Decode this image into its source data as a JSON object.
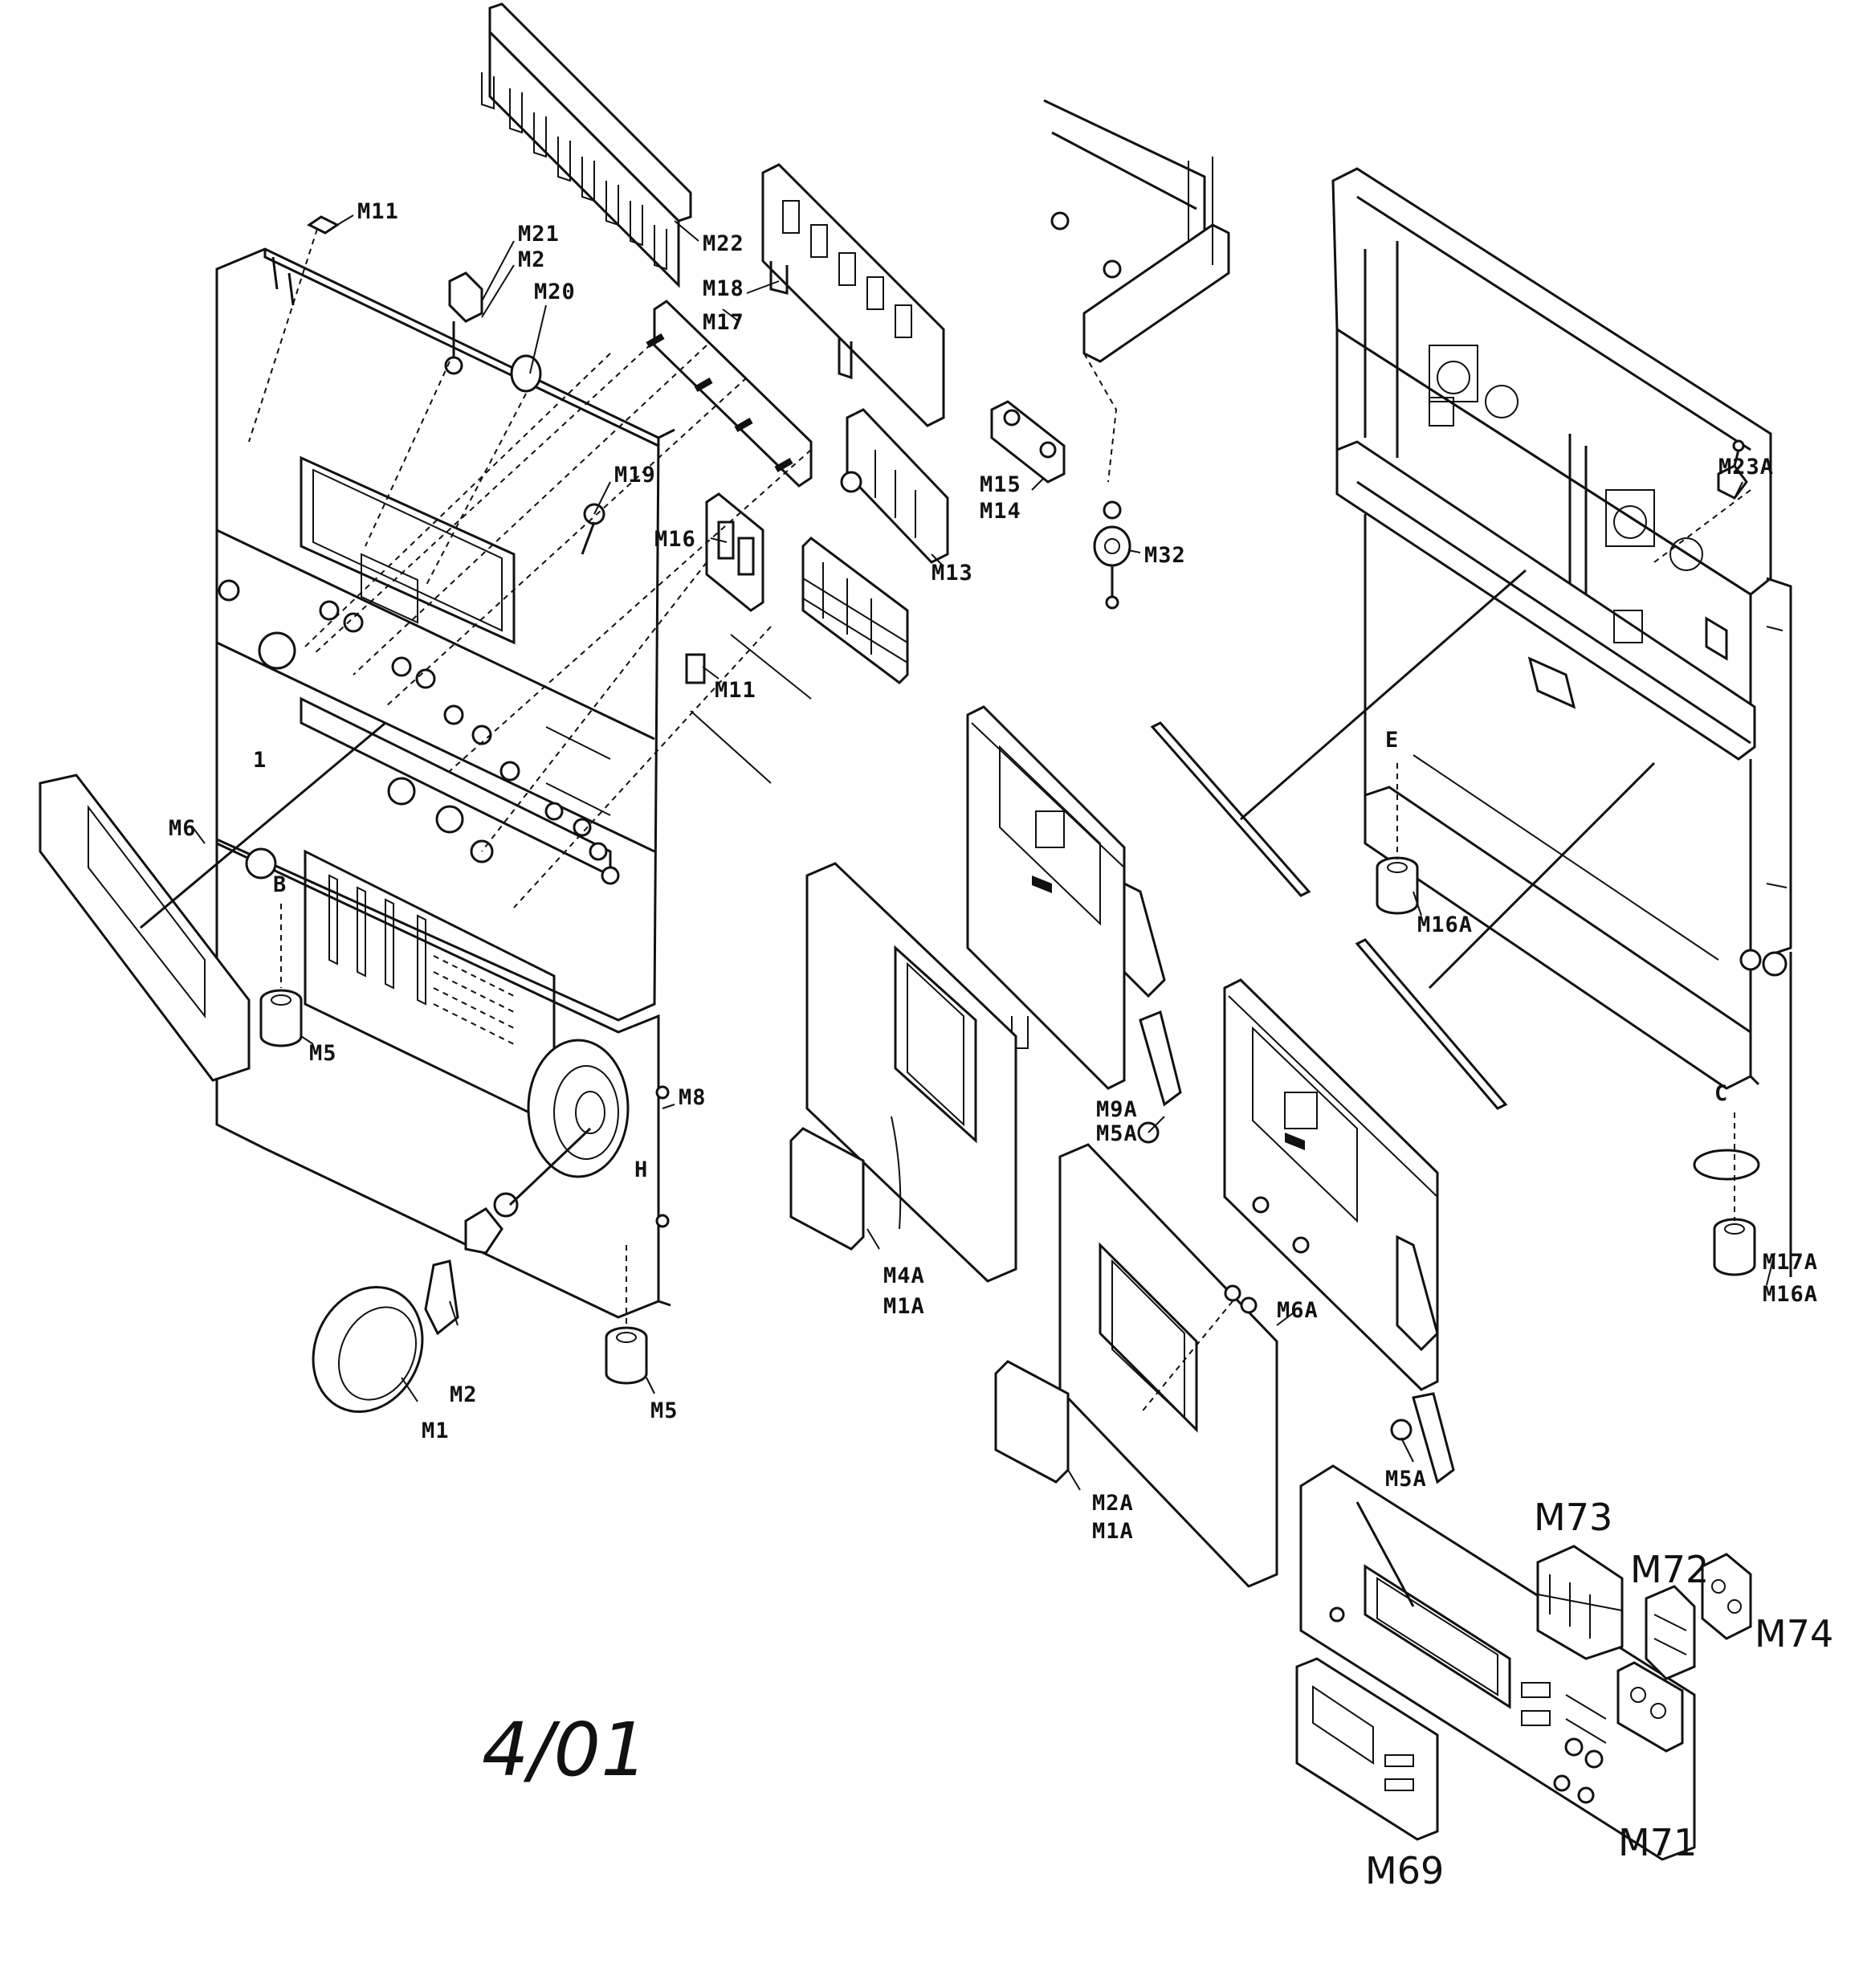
{
  "diagram": {
    "date_mark": "4/01",
    "labels": {
      "M11_top": "M11",
      "M21": "M21",
      "M2_top": "M2",
      "M20": "M20",
      "M22": "M22",
      "M18": "M18",
      "M17": "M17",
      "M19": "M19",
      "M16": "M16",
      "M13": "M13",
      "M11_mid": "M11",
      "M15": "M15",
      "M14": "M14",
      "M32": "M32",
      "M23A": "M23A",
      "M16A_top": "M16A",
      "M17A": "M17A",
      "M16A_bottom": "M16A",
      "M6": "M6",
      "B": "B",
      "M5_left": "M5",
      "M8": "M8",
      "H": "H",
      "M2_bottom": "M2",
      "M1": "M1",
      "M5_bottom": "M5",
      "M4A": "M4A",
      "M1A_left": "M1A",
      "M9A": "M9A",
      "M5A_mid": "M5A",
      "M6A": "M6A",
      "M5A_lower": "M5A",
      "M2A": "M2A",
      "M1A_lower": "M1A",
      "E": "E",
      "C": "C",
      "one": "1"
    },
    "handwritten": {
      "M73": "M73",
      "M72": "M72",
      "M74": "M74",
      "M71": "M71",
      "M69": "M69"
    }
  }
}
